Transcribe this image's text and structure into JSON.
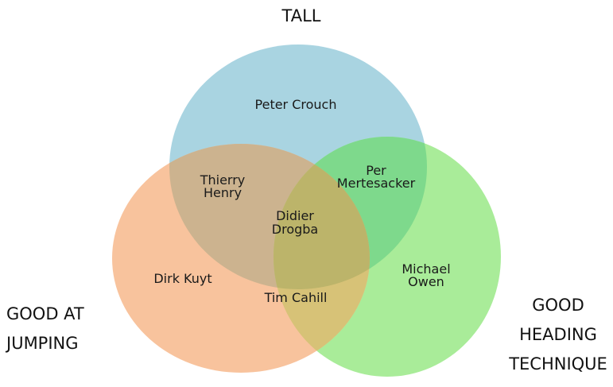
{
  "diagram": {
    "type": "venn",
    "sets": {
      "tall": {
        "label": "TALL",
        "color": "#a9d4e1"
      },
      "jumping": {
        "label_lines": [
          "GOOD AT",
          "JUMPING"
        ],
        "color": "#f8c39d"
      },
      "heading": {
        "label_lines": [
          "GOOD",
          "HEADING",
          "TECHNIQUE"
        ],
        "color": "#a9ec99"
      }
    },
    "regions": {
      "tall_only": [
        "Peter Crouch"
      ],
      "tall_jumping": [
        "Thierry",
        "Henry"
      ],
      "tall_heading": [
        "Per",
        "Mertesacker"
      ],
      "all_three": [
        "Didier",
        "Drogba"
      ],
      "jumping_only": [
        "Dirk Kuyt"
      ],
      "heading_only": [
        "Michael",
        "Owen"
      ],
      "jumping_heading": [
        "Tim Cahill"
      ]
    },
    "overlap_colors": {
      "tall_jumping": "#ccb38f",
      "tall_heading": "#7ed98c",
      "jumping_heading": "#d7c277",
      "all_three": "#bcb46a"
    }
  }
}
